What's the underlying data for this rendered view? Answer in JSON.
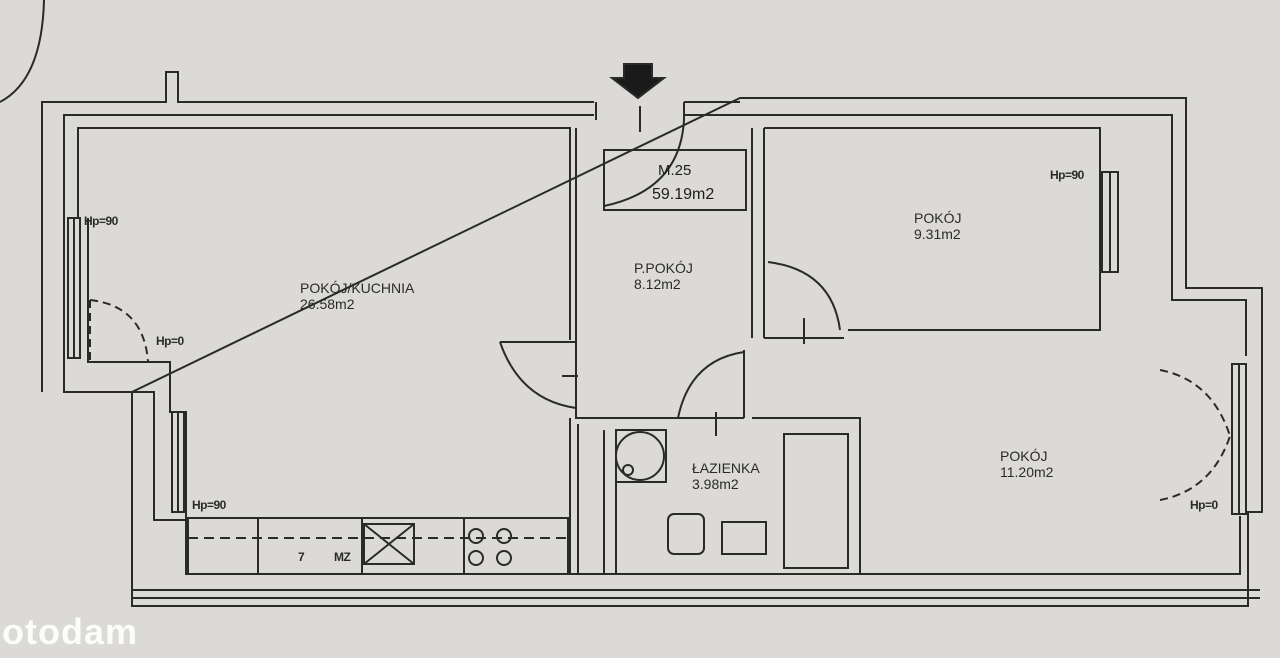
{
  "unit": {
    "number": "M.25",
    "area": "59.19m2"
  },
  "rooms": [
    {
      "name": "POKÓJ/KUCHNIA",
      "area": "26.58m2"
    },
    {
      "name": "P.POKÓJ",
      "area": "8.12m2"
    },
    {
      "name": "POKÓJ",
      "area": "9.31m2"
    },
    {
      "name": "POKÓJ",
      "area": "11.20m2"
    },
    {
      "name": "ŁAZIENKA",
      "area": "3.98m2"
    }
  ],
  "window_heights": [
    "Hp=90",
    "Hp=0",
    "Hp=90",
    "Hp=90",
    "Hp=0"
  ],
  "kitchen_marks": [
    "7",
    "MZ"
  ],
  "watermark": "otodam",
  "colors": {
    "paper": "#dcdad7",
    "line": "#2a2a2a",
    "watermark": "#ffffff"
  }
}
